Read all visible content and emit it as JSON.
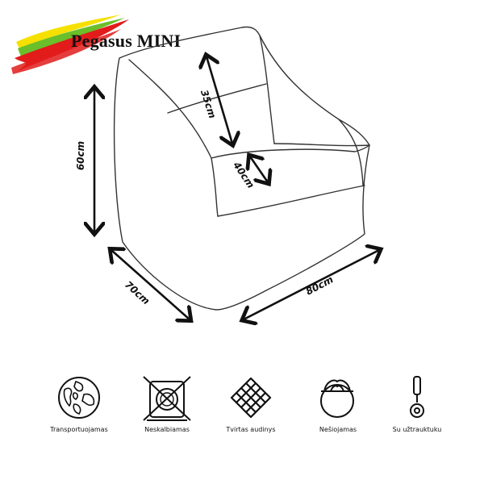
{
  "brand": {
    "title": "Pegasus MINI",
    "flag_colors": [
      "#f6e000",
      "#6abf2a",
      "#e21b1b"
    ]
  },
  "dimensions": {
    "height": "60cm",
    "back": "35cm",
    "seat": "40cm",
    "depth": "70cm",
    "width": "80cm"
  },
  "features": [
    {
      "label": "Transportuojamas",
      "icon": "globe-icon"
    },
    {
      "label": "Neskalbiamas",
      "icon": "no-washing-icon"
    },
    {
      "label": "Tvirtas audinys",
      "icon": "woven-fabric-icon"
    },
    {
      "label": "Nešiojamas",
      "icon": "carry-bag-icon"
    },
    {
      "label": "Su užtrauktuku",
      "icon": "zipper-icon"
    }
  ]
}
